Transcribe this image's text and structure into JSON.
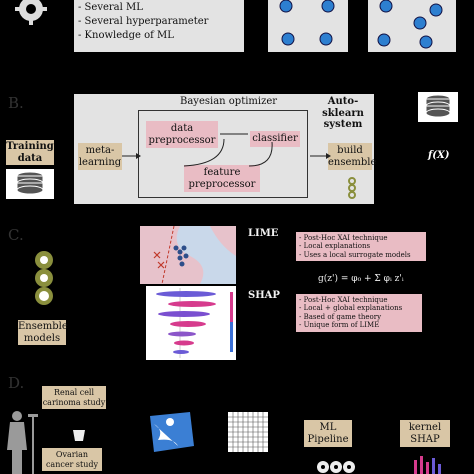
{
  "panel_a": {
    "bullets": [
      "- Several ML",
      "- Several hyperparameter",
      "- Knowledge of ML"
    ]
  },
  "panel_b": {
    "letter": "B.",
    "optimizer": "Bayesian optimizer",
    "system": "Auto-sklearn system",
    "meta_learning": "meta-learning",
    "data_preprocessor": "data preprocessor",
    "classifier": "classifier",
    "feature_preprocessor": "feature preprocessor",
    "build_ensemble": "build ensemble",
    "training_data": "Training data",
    "fx": "f(X)"
  },
  "panel_c": {
    "letter": "C.",
    "lime_title": "LIME",
    "lime_bullets": [
      "- Post-Hoc XAI technique",
      "- Local explanations",
      "- Uses a local surrogate models"
    ],
    "shap_title": "SHAP",
    "shap_bullets": [
      "- Post-Hoc XAI technique",
      "- Local + global explanations",
      "- Based of game theory",
      "- Unique form of LIME"
    ],
    "ensemble_label": "Ensemble models",
    "formula": "g(z') = φ₀ + Σ φᵢ z'ᵢ"
  },
  "panel_d": {
    "letter": "D.",
    "renal": "Renal cell carinoma study",
    "ovarian": "Ovarian cancer study",
    "ml_pipeline": "ML Pipeline",
    "kernel_shap": "kernel SHAP"
  },
  "colors": {
    "panel_gray": "#e3e3e3",
    "tan": "#d9c6a6",
    "pink": "#e9bcc4",
    "blue_dot": "#2d7fd0",
    "olive": "#8a8f3d"
  }
}
